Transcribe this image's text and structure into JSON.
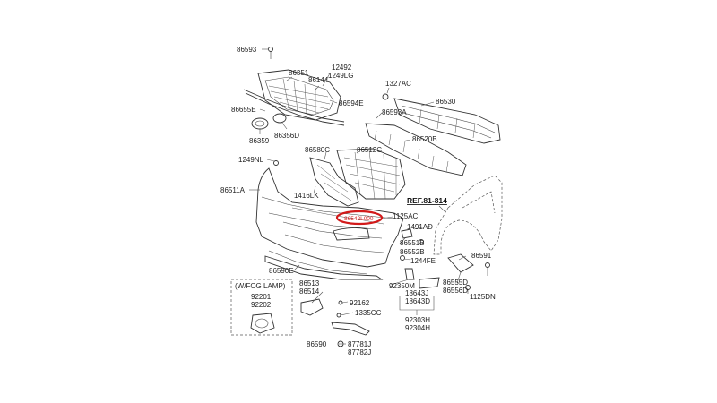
{
  "diagram": {
    "ref_label": "REF.81-814",
    "highlighted_part": "86542L000",
    "fog_lamp_box_title": "(W/FOG LAMP)",
    "part_labels": [
      {
        "id": "p86593",
        "text": "86593"
      },
      {
        "id": "p86351",
        "text": "86351"
      },
      {
        "id": "p12492",
        "text": "12492"
      },
      {
        "id": "p1249LG",
        "text": "1249LG"
      },
      {
        "id": "p86144",
        "text": "86144"
      },
      {
        "id": "p86594E",
        "text": "86594E"
      },
      {
        "id": "p86655E",
        "text": "86655E"
      },
      {
        "id": "p86359",
        "text": "86359"
      },
      {
        "id": "p86356D",
        "text": "86356D"
      },
      {
        "id": "p1327AC",
        "text": "1327AC"
      },
      {
        "id": "p86530",
        "text": "86530"
      },
      {
        "id": "p86593A",
        "text": "86593A"
      },
      {
        "id": "p86520B",
        "text": "86520B"
      },
      {
        "id": "p86580C",
        "text": "86580C"
      },
      {
        "id": "p86512C",
        "text": "86512C"
      },
      {
        "id": "p1249NL",
        "text": "1249NL"
      },
      {
        "id": "p86511A",
        "text": "86511A"
      },
      {
        "id": "p1416LK",
        "text": "1416LK"
      },
      {
        "id": "p1125AC",
        "text": "1125AC"
      },
      {
        "id": "p1491AD",
        "text": "1491AD"
      },
      {
        "id": "p86551B",
        "text": "86551B"
      },
      {
        "id": "p86552B",
        "text": "86552B"
      },
      {
        "id": "p1244FE",
        "text": "1244FE"
      },
      {
        "id": "p86591",
        "text": "86591"
      },
      {
        "id": "p86590E",
        "text": "86590E"
      },
      {
        "id": "p92350M",
        "text": "92350M"
      },
      {
        "id": "p18643J",
        "text": "18643J"
      },
      {
        "id": "p18643D",
        "text": "18643D"
      },
      {
        "id": "p86555D",
        "text": "86555D"
      },
      {
        "id": "p86556D",
        "text": "86556D"
      },
      {
        "id": "p1125DN",
        "text": "1125DN"
      },
      {
        "id": "p86513",
        "text": "86513"
      },
      {
        "id": "p86514",
        "text": "86514"
      },
      {
        "id": "p92162",
        "text": "92162"
      },
      {
        "id": "p1335CC",
        "text": "1335CC"
      },
      {
        "id": "p92303H",
        "text": "92303H"
      },
      {
        "id": "p92304H",
        "text": "92304H"
      },
      {
        "id": "p92201",
        "text": "92201"
      },
      {
        "id": "p92202",
        "text": "92202"
      },
      {
        "id": "p86590",
        "text": "86590"
      },
      {
        "id": "p87781J",
        "text": "87781J"
      },
      {
        "id": "p87782J",
        "text": "87782J"
      }
    ]
  }
}
